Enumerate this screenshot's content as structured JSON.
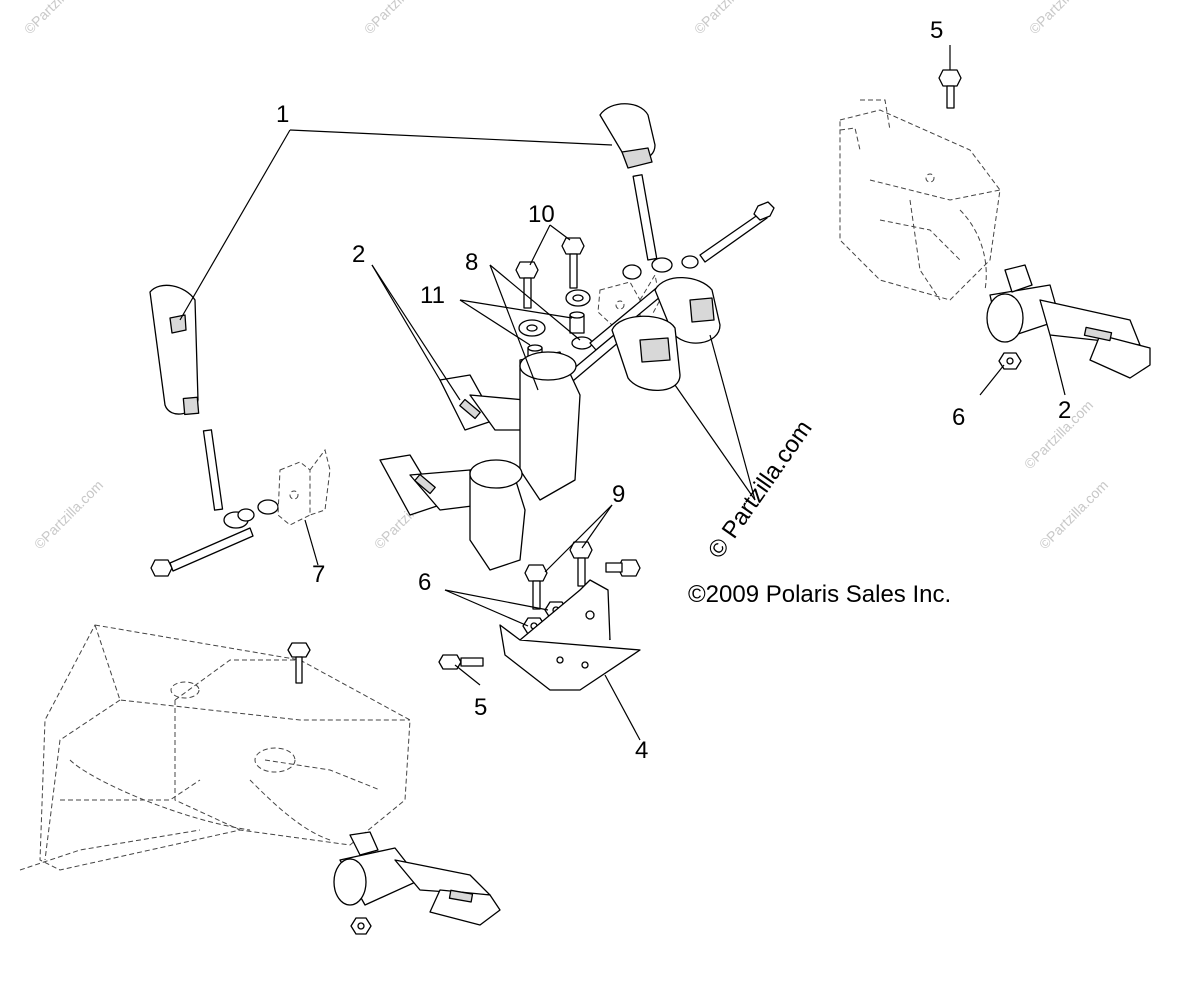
{
  "diagram": {
    "callouts": [
      {
        "id": "c1",
        "label": "1"
      },
      {
        "id": "c2a",
        "label": "2"
      },
      {
        "id": "c2b",
        "label": "2"
      },
      {
        "id": "c4",
        "label": "4"
      },
      {
        "id": "c5a",
        "label": "5"
      },
      {
        "id": "c5b",
        "label": "5"
      },
      {
        "id": "c6a",
        "label": "6"
      },
      {
        "id": "c6b",
        "label": "6"
      },
      {
        "id": "c7",
        "label": "7"
      },
      {
        "id": "c8",
        "label": "8"
      },
      {
        "id": "c9",
        "label": "9"
      },
      {
        "id": "c10",
        "label": "10"
      },
      {
        "id": "c11",
        "label": "11"
      }
    ],
    "copyright": "©2009 Polaris Sales Inc.",
    "rotated_watermark": "© Partzilla.com",
    "watermark": "©Partzilla.com"
  }
}
